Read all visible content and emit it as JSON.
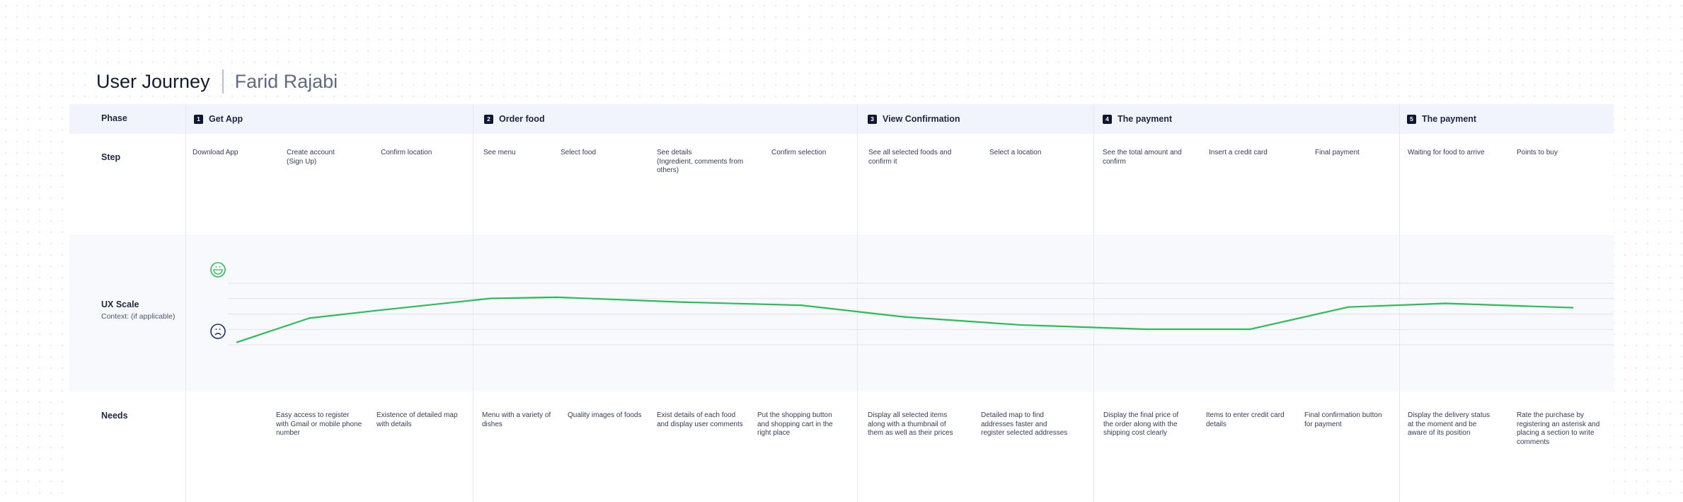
{
  "header": {
    "title": "User Journey",
    "author": "Farid Rajabi"
  },
  "rows": {
    "phase": "Phase",
    "step": "Step",
    "ux_scale": "UX Scale",
    "ux_context": "Context: (if applicable)",
    "needs": "Needs"
  },
  "phases": [
    {
      "num": "1",
      "title": "Get App"
    },
    {
      "num": "2",
      "title": "Order food"
    },
    {
      "num": "3",
      "title": "View Confirmation"
    },
    {
      "num": "4",
      "title": "The payment"
    },
    {
      "num": "5",
      "title": "The payment"
    }
  ],
  "steps": [
    "Download App",
    "Create account\n(Sign Up)",
    "Confirm location",
    "See menu",
    "Select food",
    "See details\n(Ingredient, comments from\nothers)",
    "Confirm selection",
    "See all selected foods and\nconfirm it",
    "Select a location",
    "See the total amount and\nconfirm",
    "Insert a credit card",
    "Final payment",
    "Waiting for food to arrive",
    "Points to buy"
  ],
  "needs": [
    "Easy access to register\nwith Gmail or mobile phone\nnumber",
    "Existence of detailed map\nwith details",
    "Menu with a variety of\ndishes",
    "Quality images of foods",
    "Exist details of each food\nand display user comments",
    "Put the shopping button\nand shopping cart in the\nright place",
    "Display all selected items\nalong with a thumbnail of\nthem as well as their prices",
    "Detailed map to find\naddresses faster and\nregister selected addresses",
    "Display the final price of\nthe order along with the\nshipping cost clearly",
    "Items to enter credit card\ndetails",
    "Final confirmation button\nfor payment",
    "Display the delivery status\nat the moment and be\naware of its position",
    "Rate the purchase by\nregistering an asterisk and\nplacing a section to write\ncomments"
  ],
  "icons": {
    "happy": "happy-face-icon",
    "sad": "sad-face-icon"
  },
  "colors": {
    "line": "#2dbd56",
    "happy": "#2dbd56",
    "sad": "#1b2f6e",
    "phase_band": "#f1f4fc",
    "ux_band": "#f7f9fd"
  },
  "chart_data": {
    "type": "line",
    "x": [
      "Download App",
      "Create account",
      "Confirm location",
      "See menu",
      "Select food",
      "See details",
      "Confirm selection",
      "See all selected foods and confirm it",
      "Select a location",
      "See the total amount and confirm",
      "Insert a credit card",
      "Final payment",
      "Waiting for food to arrive",
      "Points to buy"
    ],
    "values": [
      0.1,
      0.49,
      0.61,
      0.81,
      0.83,
      0.75,
      0.7,
      0.51,
      0.38,
      0.31,
      0.31,
      0.67,
      0.73,
      0.66
    ],
    "ylim": [
      0,
      1
    ],
    "grid": true
  }
}
